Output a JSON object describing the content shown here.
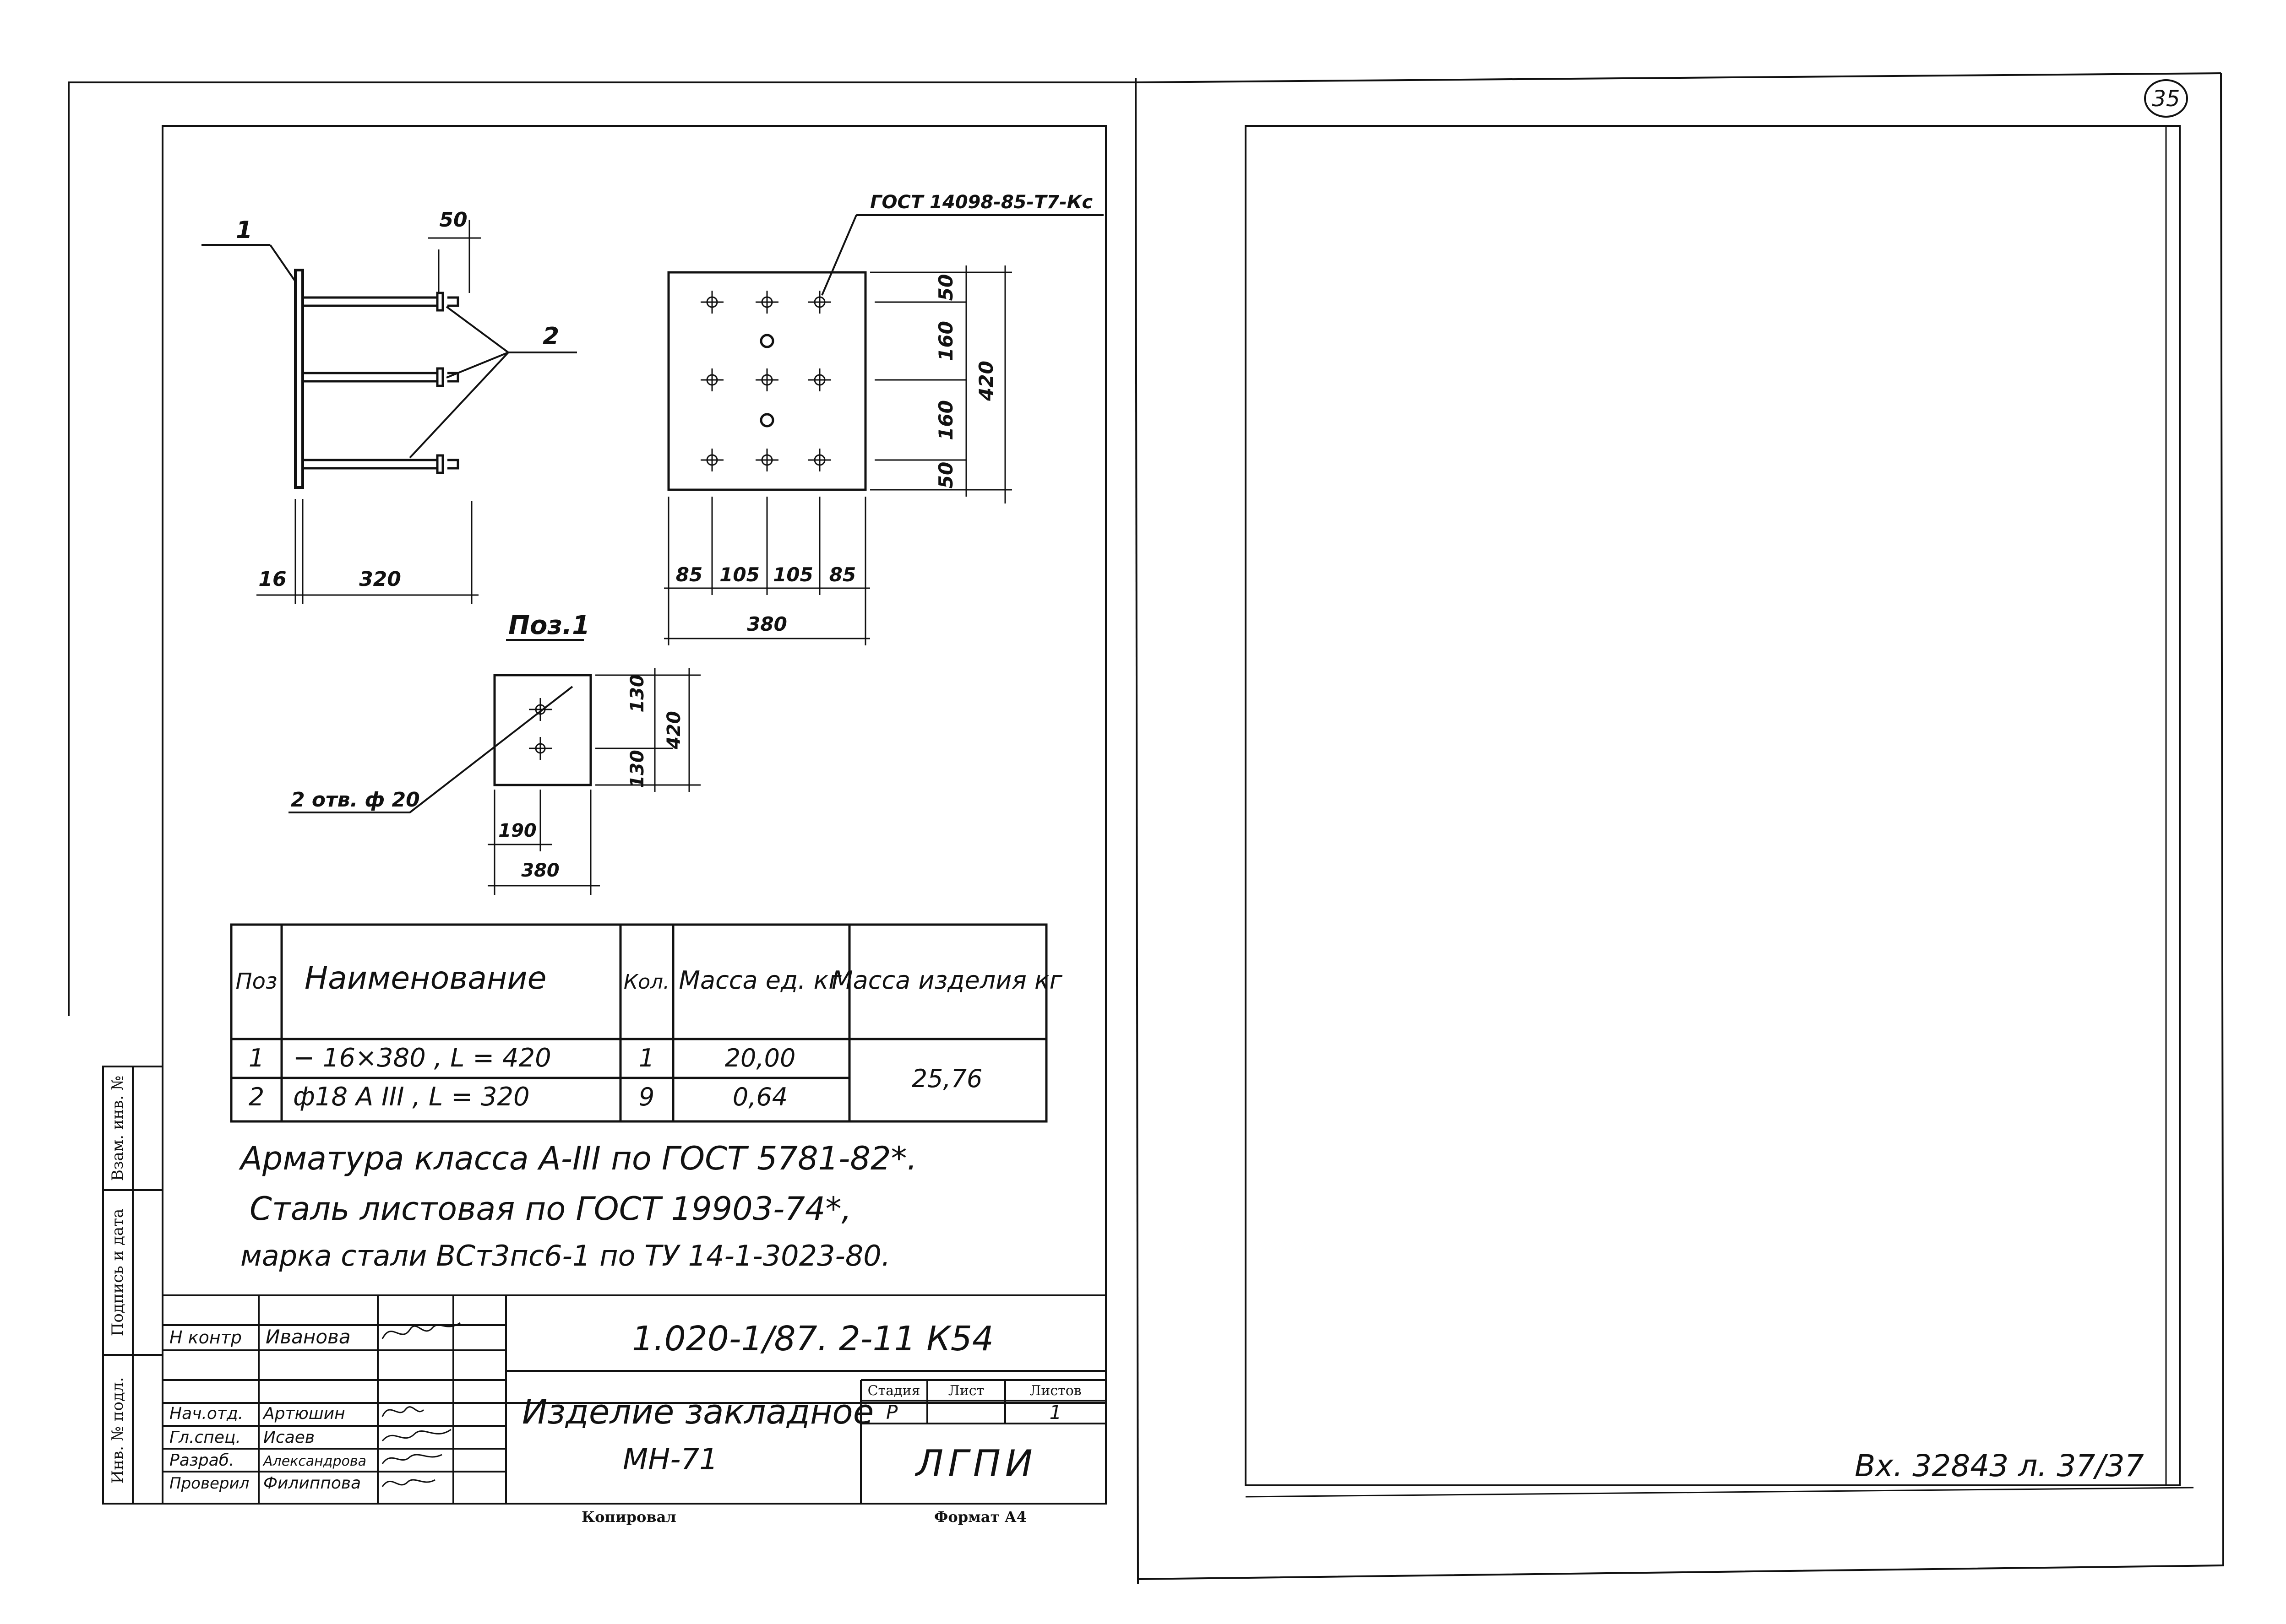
{
  "sheet_number": "35",
  "incoming_stamp": "Вх. 32843 л. 37/37",
  "drawing": {
    "gost_label": "ГОСТ 14098-85-Т7-Кс",
    "callout_1": "1",
    "callout_2": "2",
    "dim_50_top": "50",
    "dim_16": "16",
    "dim_320": "320",
    "plate_dims_right": [
      "50",
      "160",
      "160",
      "50"
    ],
    "plate_dim_total_height": "420",
    "plate_dims_bottom": [
      "85",
      "105",
      "105",
      "85"
    ],
    "plate_dim_total_width": "380",
    "pos1_title": "Поз.1",
    "pos1_dims_right": [
      "130",
      "130"
    ],
    "pos1_dim_total_height": "420",
    "pos1_dim_190": "190",
    "pos1_dim_380": "380",
    "holes_label": "2 отв. ф 20"
  },
  "spec_table": {
    "headers": {
      "pos": "Поз",
      "name": "Наименование",
      "qty": "Кол.",
      "unit_mass": "Масса ед. кг",
      "item_mass": "Масса изделия кг"
    },
    "rows": [
      {
        "pos": "1",
        "name": "− 16×380 ,  L = 420",
        "qty": "1",
        "unit_mass": "20,00"
      },
      {
        "pos": "2",
        "name": "ф18 A III ,  L = 320",
        "qty": "9",
        "unit_mass": "0,64"
      }
    ],
    "total_mass": "25,76"
  },
  "notes": [
    "Арматура класса A-III по ГОСТ 5781-82*.",
    "Сталь листовая по ГОСТ 19903-74*,",
    "марка стали ВСт3пс6-1 по ТУ 14-1-3023-80."
  ],
  "title_block": {
    "doc_code": "1.020-1/87. 2-11 К54",
    "title_line1": "Изделие закладное",
    "title_line2": "МН-71",
    "stage_header": "Стадия",
    "sheet_header": "Лист",
    "sheets_header": "Листов",
    "stage_value": "Р",
    "sheets_value": "1",
    "organization": "ЛГПИ",
    "roles": [
      {
        "role": "Н контр",
        "name": "Иванова"
      },
      {
        "role": "Нач.отд.",
        "name": "Артюшин"
      },
      {
        "role": "Гл.спец.",
        "name": "Исаев"
      },
      {
        "role": "Разраб.",
        "name": "Александрова"
      },
      {
        "role": "Проверил",
        "name": "Филиппова"
      }
    ],
    "copied_label": "Копировал",
    "format_label": "Формат А4"
  },
  "side_stamp": [
    "Инв. № подл.",
    "Подпись и дата",
    "Взам. инв. №"
  ]
}
